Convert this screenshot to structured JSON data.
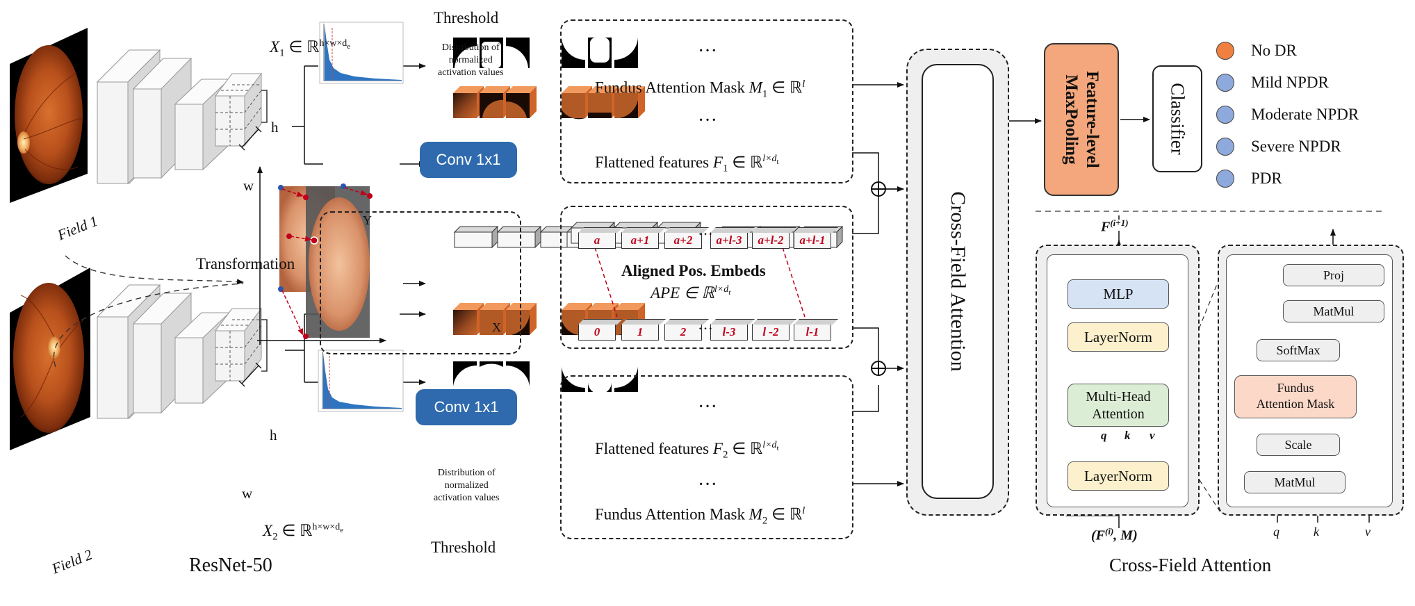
{
  "backbone": {
    "label": "ResNet-50"
  },
  "fields": {
    "field1": "Field 1",
    "field2": "Field 2"
  },
  "features": {
    "x1_pre": "X",
    "x1_sub": "1",
    "x1_set": "∈ ℝ",
    "x1_sup": "h×w×d",
    "x1_supsub": "e",
    "x2_pre": "X",
    "x2_sub": "2",
    "x2_set": "∈ ℝ",
    "x2_sup": "h×w×d",
    "x2_supsub": "e",
    "h_label": "h",
    "w_label": "w"
  },
  "threshold": {
    "top_label": "Threshold",
    "bottom_label": "Threshold",
    "hist_text_1": "Distribution of",
    "hist_text_2": "normalized",
    "hist_text_3": "activation values"
  },
  "conv": {
    "top": "Conv 1x1",
    "bottom": "Conv 1x1"
  },
  "mask_top": {
    "pre": "Fundus Attention Mask ",
    "var": "M",
    "sub": "1",
    "set": " ∈ ℝ",
    "sup": "l"
  },
  "mask_bottom": {
    "pre": "Fundus Attention Mask ",
    "var": "M",
    "sub": "2",
    "set": " ∈ ℝ",
    "sup": "l"
  },
  "flat_top": {
    "pre": "Flattened features ",
    "var": "F",
    "sub": "1",
    "set": " ∈ ℝ",
    "sup": "l×d",
    "supsub": "t"
  },
  "flat_bottom": {
    "pre": "Flattened features ",
    "var": "F",
    "sub": "2",
    "set": " ∈ ℝ",
    "sup": "l×d",
    "supsub": "t"
  },
  "ellipsis": "···",
  "transformation": {
    "label": "Transformation",
    "axis_x": "X",
    "axis_y": "Y"
  },
  "ape": {
    "title": "Aligned Pos. Embeds",
    "formula_pre": "APE ∈ ℝ",
    "formula_sup": "l×d",
    "formula_supsub": "t",
    "top_tokens": [
      "a",
      "a+1",
      "a+2",
      "a+l-3",
      "a+l-2",
      "a+l-1"
    ],
    "bottom_tokens": [
      "0",
      "1",
      "2",
      "l-3",
      "l -2",
      "l-1"
    ]
  },
  "oplus": "⊕",
  "cross_field": {
    "vertical_label": "Cross-Field Attention",
    "caption": "Cross-Field Attention"
  },
  "pooling": {
    "line1": "Feature-level",
    "line2": "MaxPooling"
  },
  "classifier": {
    "label": "Classifier"
  },
  "legend": {
    "items": [
      {
        "label": "No DR",
        "color": "#f08040"
      },
      {
        "label": "Mild NPDR",
        "color": "#8ea9db"
      },
      {
        "label": "Moderate NPDR",
        "color": "#8ea9db"
      },
      {
        "label": "Severe NPDR",
        "color": "#8ea9db"
      },
      {
        "label": "PDR",
        "color": "#8ea9db"
      }
    ]
  },
  "block": {
    "out_label": "F",
    "out_sup": "(i+1)",
    "in_label_open": "(",
    "in_label_f": "F",
    "in_label_sup": "(i)",
    "in_label_rest": ", M)",
    "mlp": "MLP",
    "layernorm_top": "LayerNorm",
    "mha_1": "Multi-Head",
    "mha_2": "Attention",
    "layernorm_bottom": "LayerNorm",
    "q": "q",
    "k": "k",
    "v": "v"
  },
  "attention": {
    "proj": "Proj",
    "matmul_top": "MatMul",
    "softmax": "SoftMax",
    "mask_1": "Fundus",
    "mask_2": "Attention Mask",
    "scale": "Scale",
    "matmul_bottom": "MatMul",
    "q": "q",
    "k": "k",
    "v": "v"
  },
  "colors": {
    "conv_blue": "#2e6aad",
    "pool_orange": "#f4a77c",
    "mask_pink": "#fbd8c8",
    "mlp_blue": "#d5e3f5",
    "layernorm_yellow": "#fdf1cd",
    "mha_green": "#dcedd5",
    "red_arrow": "#c0001a",
    "hist_blue": "#2f74c0",
    "cube_orange": "#e57a3c"
  }
}
